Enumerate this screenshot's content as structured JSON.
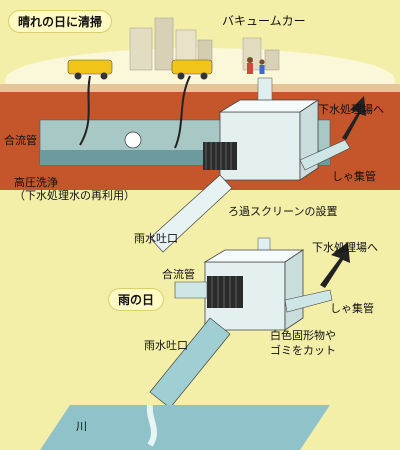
{
  "header": {
    "sunny_title": "晴れの日に清掃",
    "rainy_title": "雨の日"
  },
  "labels": {
    "vacuum_car": "バキュームカー",
    "to_treatment_top": "下水処理場へ",
    "combined_pipe_top": "合流管",
    "interceptor_top": "しゃ集管",
    "high_pressure_wash_line1": "高圧洗浄",
    "high_pressure_wash_line2": "（下水処理水の再利用）",
    "screen_install": "ろ過スクリーンの設置",
    "outlet_top": "雨水吐口",
    "combined_pipe_bottom": "合流管",
    "to_treatment_bottom": "下水処理場へ",
    "interceptor_bottom": "しゃ集管",
    "outlet_bottom": "雨水吐口",
    "white_solids_line1": "白色固形物や",
    "white_solids_line2": "ゴミをカット",
    "river": "川"
  },
  "colors": {
    "background": "#f3efa9",
    "soil": "#c5552a",
    "water": "#8fc3c9",
    "pipe": "#cfe6e6"
  }
}
